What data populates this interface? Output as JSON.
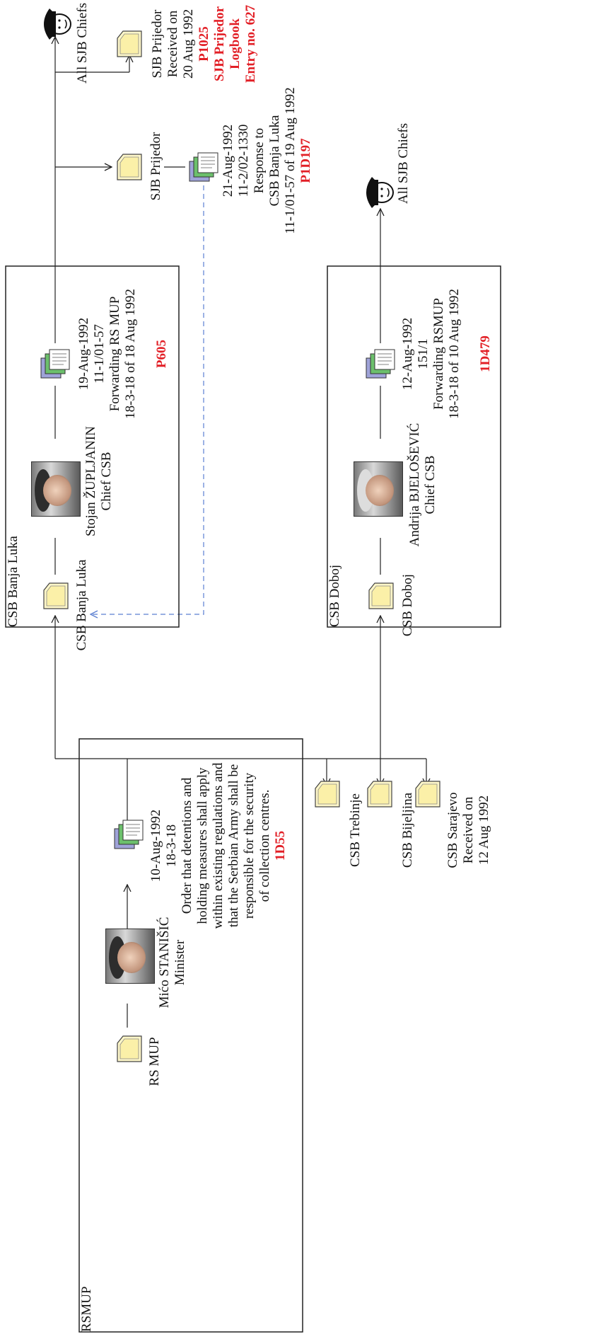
{
  "boxes": {
    "rsmup": "RSMUP",
    "banja_luka": "CSB Banja Luka",
    "doboj": "CSB Doboj"
  },
  "nodes": {
    "rs_mup": "RS MUP",
    "stanisic": {
      "name": "Mićo STANIŠIĆ",
      "title": "Minister"
    },
    "doc_1d55": {
      "lines": [
        "10-Aug-1992",
        "18-3-18",
        "Order that detentions and",
        "holding measures shall apply",
        "within existing regulations and",
        "that the Serbian Army shall be",
        "responsible for the security",
        "of collection centres."
      ],
      "ref": "1D55"
    },
    "csb_trebinje": "CSB Trebinje",
    "csb_bijeljina": "CSB  Bijeljina",
    "csb_sarajevo": [
      "CSB Sarajevo",
      "Received on",
      "12 Aug 1992"
    ],
    "csb_banja_luka": "CSB Banja Luka",
    "zupljanin": {
      "name": "Stojan ŽUPLJANIN",
      "title": "Chief CSB"
    },
    "doc_p605": {
      "lines": [
        "19-Aug-1992",
        "11-1/01-57",
        "Forwarding RS MUP",
        "18-3-18 of 18 Aug 1992"
      ],
      "ref": "P605"
    },
    "csb_doboj": "CSB Doboj",
    "bjelosevic": {
      "name": "Andrija BJELOŠEVIĆ",
      "title": "Chief CSB"
    },
    "doc_1d479": {
      "lines": [
        "12-Aug-1992",
        "151/1",
        "Forwarding RSMUP",
        "18-3-18 of 10 Aug 1992"
      ],
      "ref": "1D479"
    },
    "all_sjb_chiefs_doboj": "All SJB Chiefs",
    "sjb_prijedor": "SJB Prijedor",
    "doc_p1d197": {
      "lines": [
        "21-Aug-1992",
        "11-2/02-1330",
        "Response to",
        "CSB Banja Luka",
        "11-1/01-57 of 19 Aug 1992"
      ],
      "ref": "P1D197"
    },
    "all_sjb_chiefs_bl": "All SJB Chiefs",
    "sjb_prijedor_received": {
      "lines": [
        "SJB Prijedor",
        "Received on",
        "20 Aug 1992"
      ],
      "refs": [
        "P1025",
        "SJB Prijedor",
        "Logbook",
        "Entry no. 627"
      ]
    }
  },
  "colors": {
    "ref_red": "#e21f26",
    "folder_fill": "#fdf6c8",
    "dashed_blue": "#5b7fd1"
  }
}
